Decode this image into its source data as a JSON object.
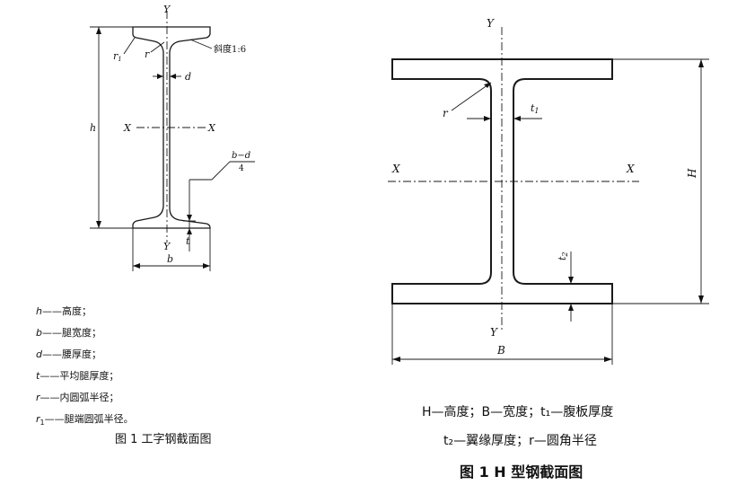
{
  "figure1": {
    "labels": {
      "y_top": "Y",
      "y_bottom": "Y",
      "x_left": "X",
      "x_right": "X",
      "h": "h",
      "b": "b",
      "d": "d",
      "t": "t",
      "r": "r",
      "r1": "r",
      "r1_sub": "1",
      "slope": "斜度1:6",
      "bd_num": "b−d",
      "bd_den": "4"
    },
    "legend": [
      {
        "sym": "h",
        "sub": "",
        "text": "——高度；"
      },
      {
        "sym": "b",
        "sub": "",
        "text": "——腿宽度；"
      },
      {
        "sym": "d",
        "sub": "",
        "text": "——腰厚度；"
      },
      {
        "sym": "t",
        "sub": "",
        "text": "——平均腿厚度；"
      },
      {
        "sym": "r",
        "sub": "",
        "text": "——内圆弧半径；"
      },
      {
        "sym": "r",
        "sub": "1",
        "text": "——腿端圆弧半径。"
      }
    ],
    "caption": "图 1   工字钢截面图"
  },
  "figure2": {
    "labels": {
      "y_top": "Y",
      "y_bottom": "Y",
      "x_left": "X",
      "x_right": "X",
      "H": "H",
      "B": "B",
      "r": "r",
      "t1": "t",
      "t1_sub": "1",
      "t2": "t",
      "t2_sub": "2"
    },
    "legend_line1": "H—高度；B—宽度；t₁—腹板厚度",
    "legend_line2": "t₂—翼缘厚度；r—圆角半径",
    "caption": "图 1   H 型钢截面图"
  }
}
